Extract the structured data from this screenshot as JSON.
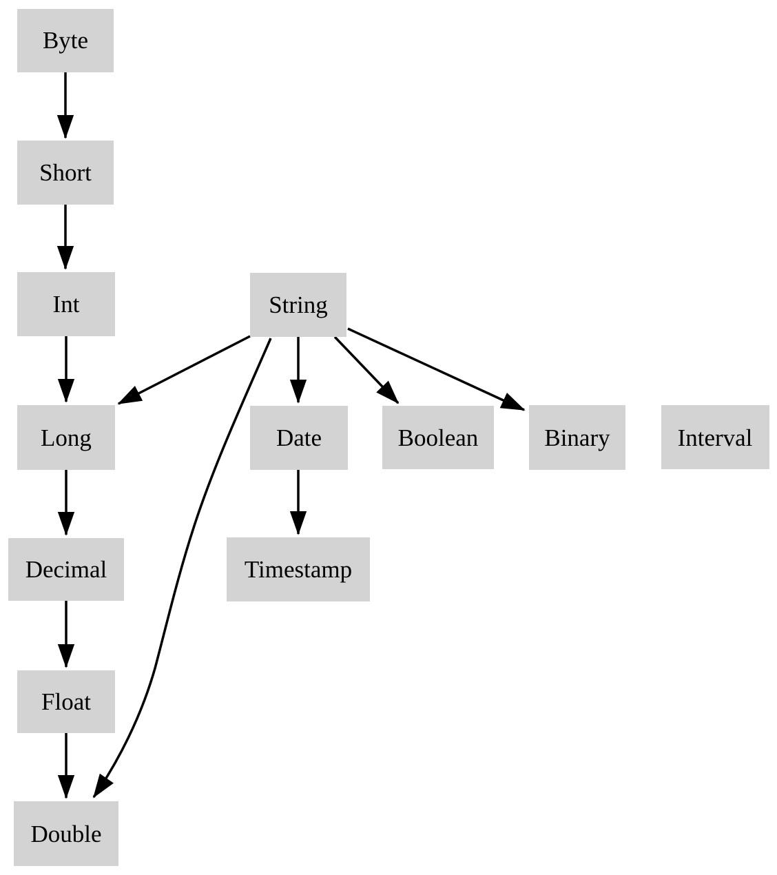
{
  "diagram": {
    "nodes": [
      {
        "id": "byte",
        "label": "Byte"
      },
      {
        "id": "short",
        "label": "Short"
      },
      {
        "id": "int",
        "label": "Int"
      },
      {
        "id": "string",
        "label": "String"
      },
      {
        "id": "long",
        "label": "Long"
      },
      {
        "id": "date",
        "label": "Date"
      },
      {
        "id": "boolean",
        "label": "Boolean"
      },
      {
        "id": "binary",
        "label": "Binary"
      },
      {
        "id": "interval",
        "label": "Interval"
      },
      {
        "id": "decimal",
        "label": "Decimal"
      },
      {
        "id": "timestamp",
        "label": "Timestamp"
      },
      {
        "id": "float",
        "label": "Float"
      },
      {
        "id": "double",
        "label": "Double"
      }
    ],
    "edges": [
      {
        "from": "Byte",
        "to": "Short"
      },
      {
        "from": "Short",
        "to": "Int"
      },
      {
        "from": "Int",
        "to": "Long"
      },
      {
        "from": "Long",
        "to": "Decimal"
      },
      {
        "from": "Decimal",
        "to": "Float"
      },
      {
        "from": "Float",
        "to": "Double"
      },
      {
        "from": "String",
        "to": "Long"
      },
      {
        "from": "String",
        "to": "Date"
      },
      {
        "from": "String",
        "to": "Boolean"
      },
      {
        "from": "String",
        "to": "Binary"
      },
      {
        "from": "String",
        "to": "Double"
      },
      {
        "from": "Date",
        "to": "Timestamp"
      }
    ],
    "colors": {
      "background": "#ffffff",
      "node_fill": "#d3d3d3",
      "edge_stroke": "#000000",
      "text": "#000000"
    }
  }
}
